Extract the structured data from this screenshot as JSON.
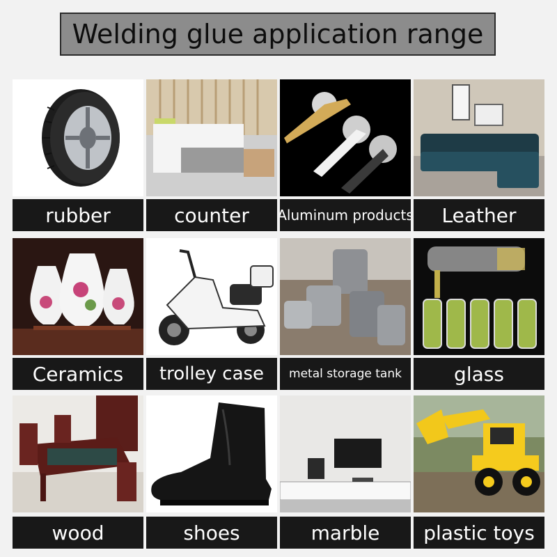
{
  "title": "Welding glue application range",
  "items": [
    {
      "label": "rubber",
      "icon": "tire-icon"
    },
    {
      "label": "counter",
      "icon": "reception-counter-icon"
    },
    {
      "label": "Aluminum products",
      "icon": "door-handle-icon"
    },
    {
      "label": "Leather",
      "icon": "sofa-icon"
    },
    {
      "label": "Ceramics",
      "icon": "vase-icon"
    },
    {
      "label": "trolley case",
      "icon": "scooter-icon"
    },
    {
      "label": "metal storage tank",
      "icon": "metal-canister-icon"
    },
    {
      "label": "glass",
      "icon": "glass-bottle-icon"
    },
    {
      "label": "wood",
      "icon": "wooden-table-icon"
    },
    {
      "label": "shoes",
      "icon": "boot-icon"
    },
    {
      "label": "marble",
      "icon": "tv-cabinet-icon"
    },
    {
      "label": "plastic toys",
      "icon": "toy-excavator-icon"
    }
  ]
}
